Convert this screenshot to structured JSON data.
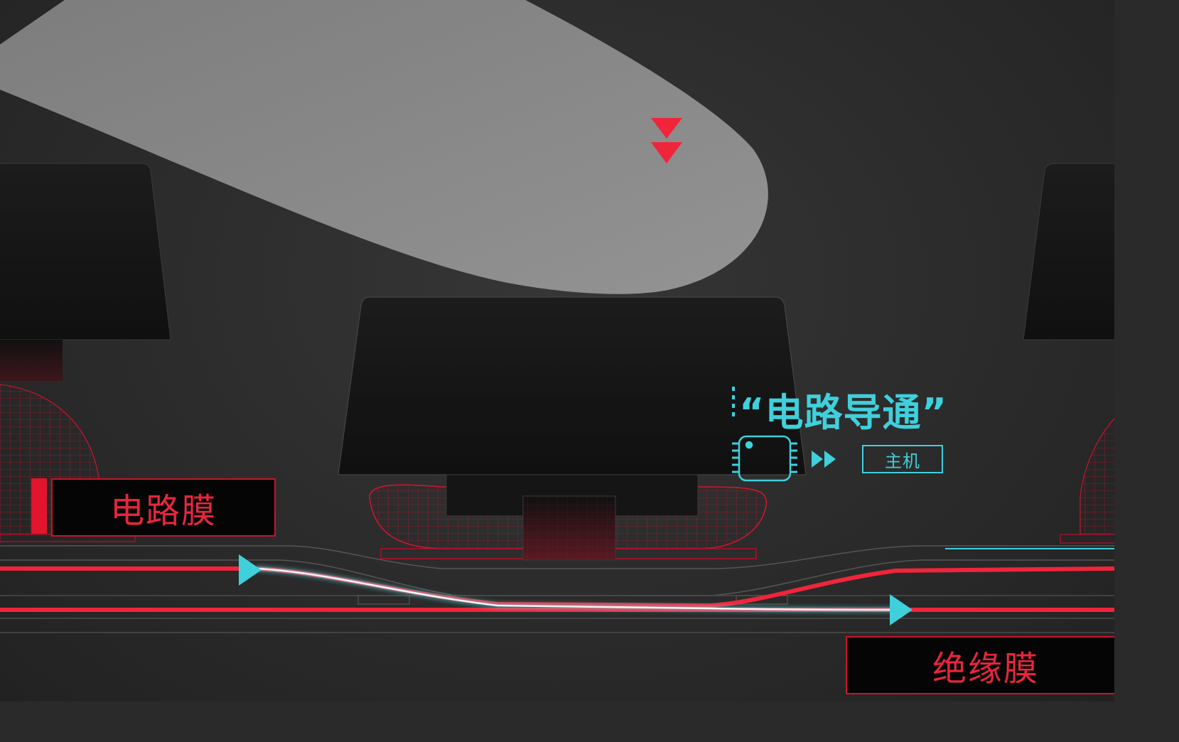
{
  "labels": {
    "circuit_membrane": "电路膜",
    "insulation_membrane": "绝缘膜",
    "circuit_conduct": "“电路导通”",
    "host": "主机"
  },
  "colors": {
    "accent_red": "#e3142e",
    "accent_cyan": "#3fd0dc",
    "keycap": "#151515",
    "background": "#2b2b2b",
    "finger": "#8a8a8a"
  },
  "icons": {
    "press": "double-down-arrow-icon",
    "chip": "chip-icon",
    "forward": "fast-forward-icon",
    "flow": "triangle-arrow-icon"
  }
}
